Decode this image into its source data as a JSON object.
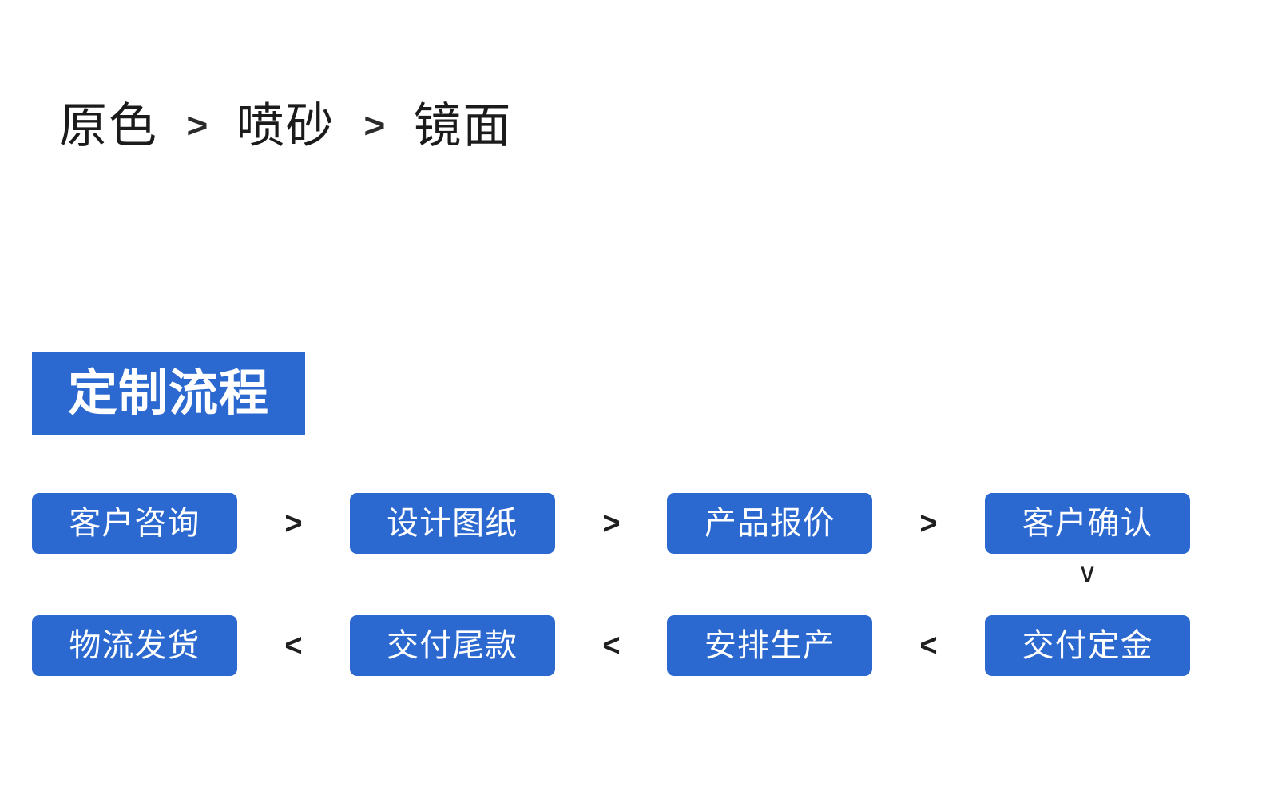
{
  "finish_options": {
    "items": [
      {
        "label": "原色"
      },
      {
        "label": "喷砂"
      },
      {
        "label": "镜面"
      }
    ],
    "separator": ">"
  },
  "section": {
    "badge_label": "定制流程",
    "badge_color": "#2B68D0",
    "badge_text_color": "#FFFFFF"
  },
  "flow": {
    "step_color": "#2B68D0",
    "step_text_color": "#FFFFFF",
    "forward_arrow": ">",
    "backward_arrow": "<",
    "turn_arrow": "∨",
    "row1": [
      {
        "label": "客户咨询"
      },
      {
        "label": "设计图纸"
      },
      {
        "label": "产品报价"
      },
      {
        "label": "客户确认"
      }
    ],
    "row2": [
      {
        "label": "物流发货"
      },
      {
        "label": "交付尾款"
      },
      {
        "label": "安排生产"
      },
      {
        "label": "交付定金"
      }
    ]
  }
}
